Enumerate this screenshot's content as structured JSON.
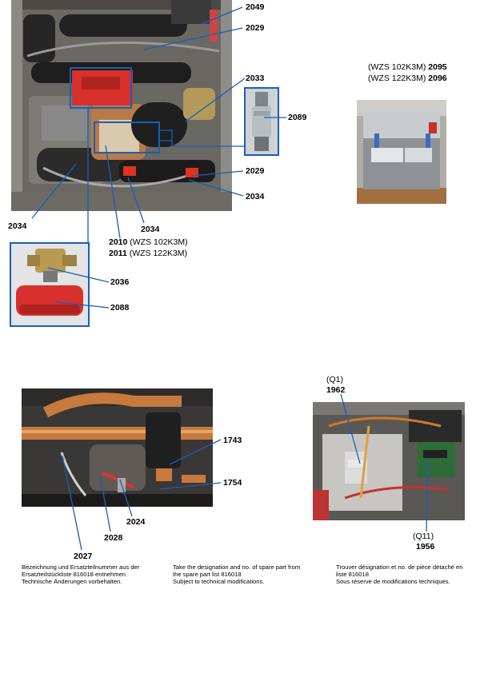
{
  "labels": {
    "l2049": "2049",
    "l2029a": "2029",
    "l2033": "2033",
    "l2089": "2089",
    "l2029b": "2029",
    "l2034a": "2034",
    "l2034b": "2034",
    "l2034c": "2034",
    "l2010": "2010",
    "l2010_model": " (WZS 102K3M)",
    "l2011": "2011",
    "l2011_model": " (WZS 122K3M)",
    "l2036": "2036",
    "l2088": "2088",
    "l2095_model": "(WZS 102K3M) ",
    "l2095": "2095",
    "l2096_model": "(WZS 122K3M) ",
    "l2096": "2096",
    "l1743": "1743",
    "l1754": "1754",
    "l2024": "2024",
    "l2028": "2028",
    "l2027": "2027",
    "q1": "(Q1)",
    "l1962": "1962",
    "q11": "(Q11)",
    "l1956": "1956"
  },
  "notes": {
    "de_line1": "Bezeichnung und Ersatzteilnummer aus der",
    "de_line2": "Ersatzteilstückliste 816018 entnehmen.",
    "de_line3": "Technische Änderungen vorbehalten.",
    "en_line1": "Take the designation and no. of spare part from",
    "en_line2": "the spare part list 816018",
    "en_line3": "Subject to technical modifications.",
    "fr_line1": "Trouver désignation et no. de pièce détaché en",
    "fr_line2": "liste 816018",
    "fr_line3": "Sous réserve de modifications techniques."
  },
  "colors": {
    "callout_box": "#1a5fb4",
    "actuator_red": "#d8302c",
    "copper": "#c77a3e",
    "insulation": "#1e1e1e"
  }
}
